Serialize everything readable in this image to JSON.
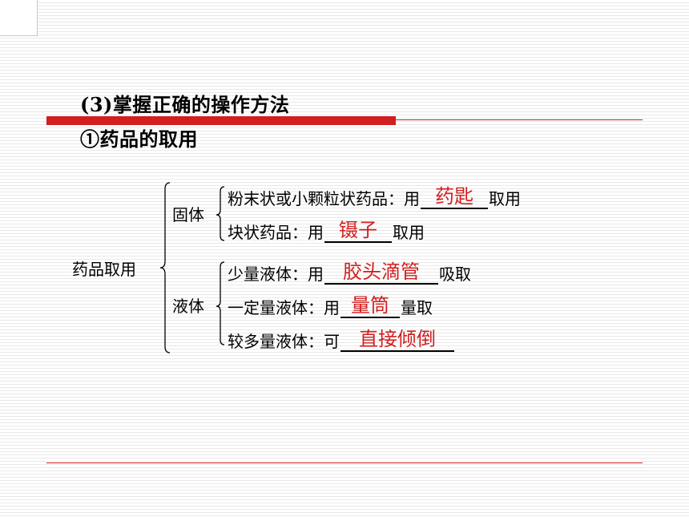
{
  "heading": {
    "line1": "(3)掌握正确的操作方法",
    "line2": "①药品的取用"
  },
  "tree": {
    "root": "药品取用",
    "solid": {
      "label": "固体",
      "rows": [
        {
          "prefix": "粉末状或小颗粒状药品：用",
          "answer": "药匙",
          "suffix": "取用"
        },
        {
          "prefix": "块状药品：用",
          "answer": "镊子",
          "suffix": "取用"
        }
      ]
    },
    "liquid": {
      "label": "液体",
      "rows": [
        {
          "prefix": "少量液体：用",
          "answer": "胶头滴管",
          "suffix": "吸取"
        },
        {
          "prefix": "一定量液体：用",
          "answer": "量筒",
          "suffix": "量取"
        },
        {
          "prefix": "较多量液体：可",
          "answer": "直接倾倒",
          "suffix": ""
        }
      ]
    }
  },
  "colors": {
    "accent": "#d21e1e",
    "text": "#000000"
  }
}
